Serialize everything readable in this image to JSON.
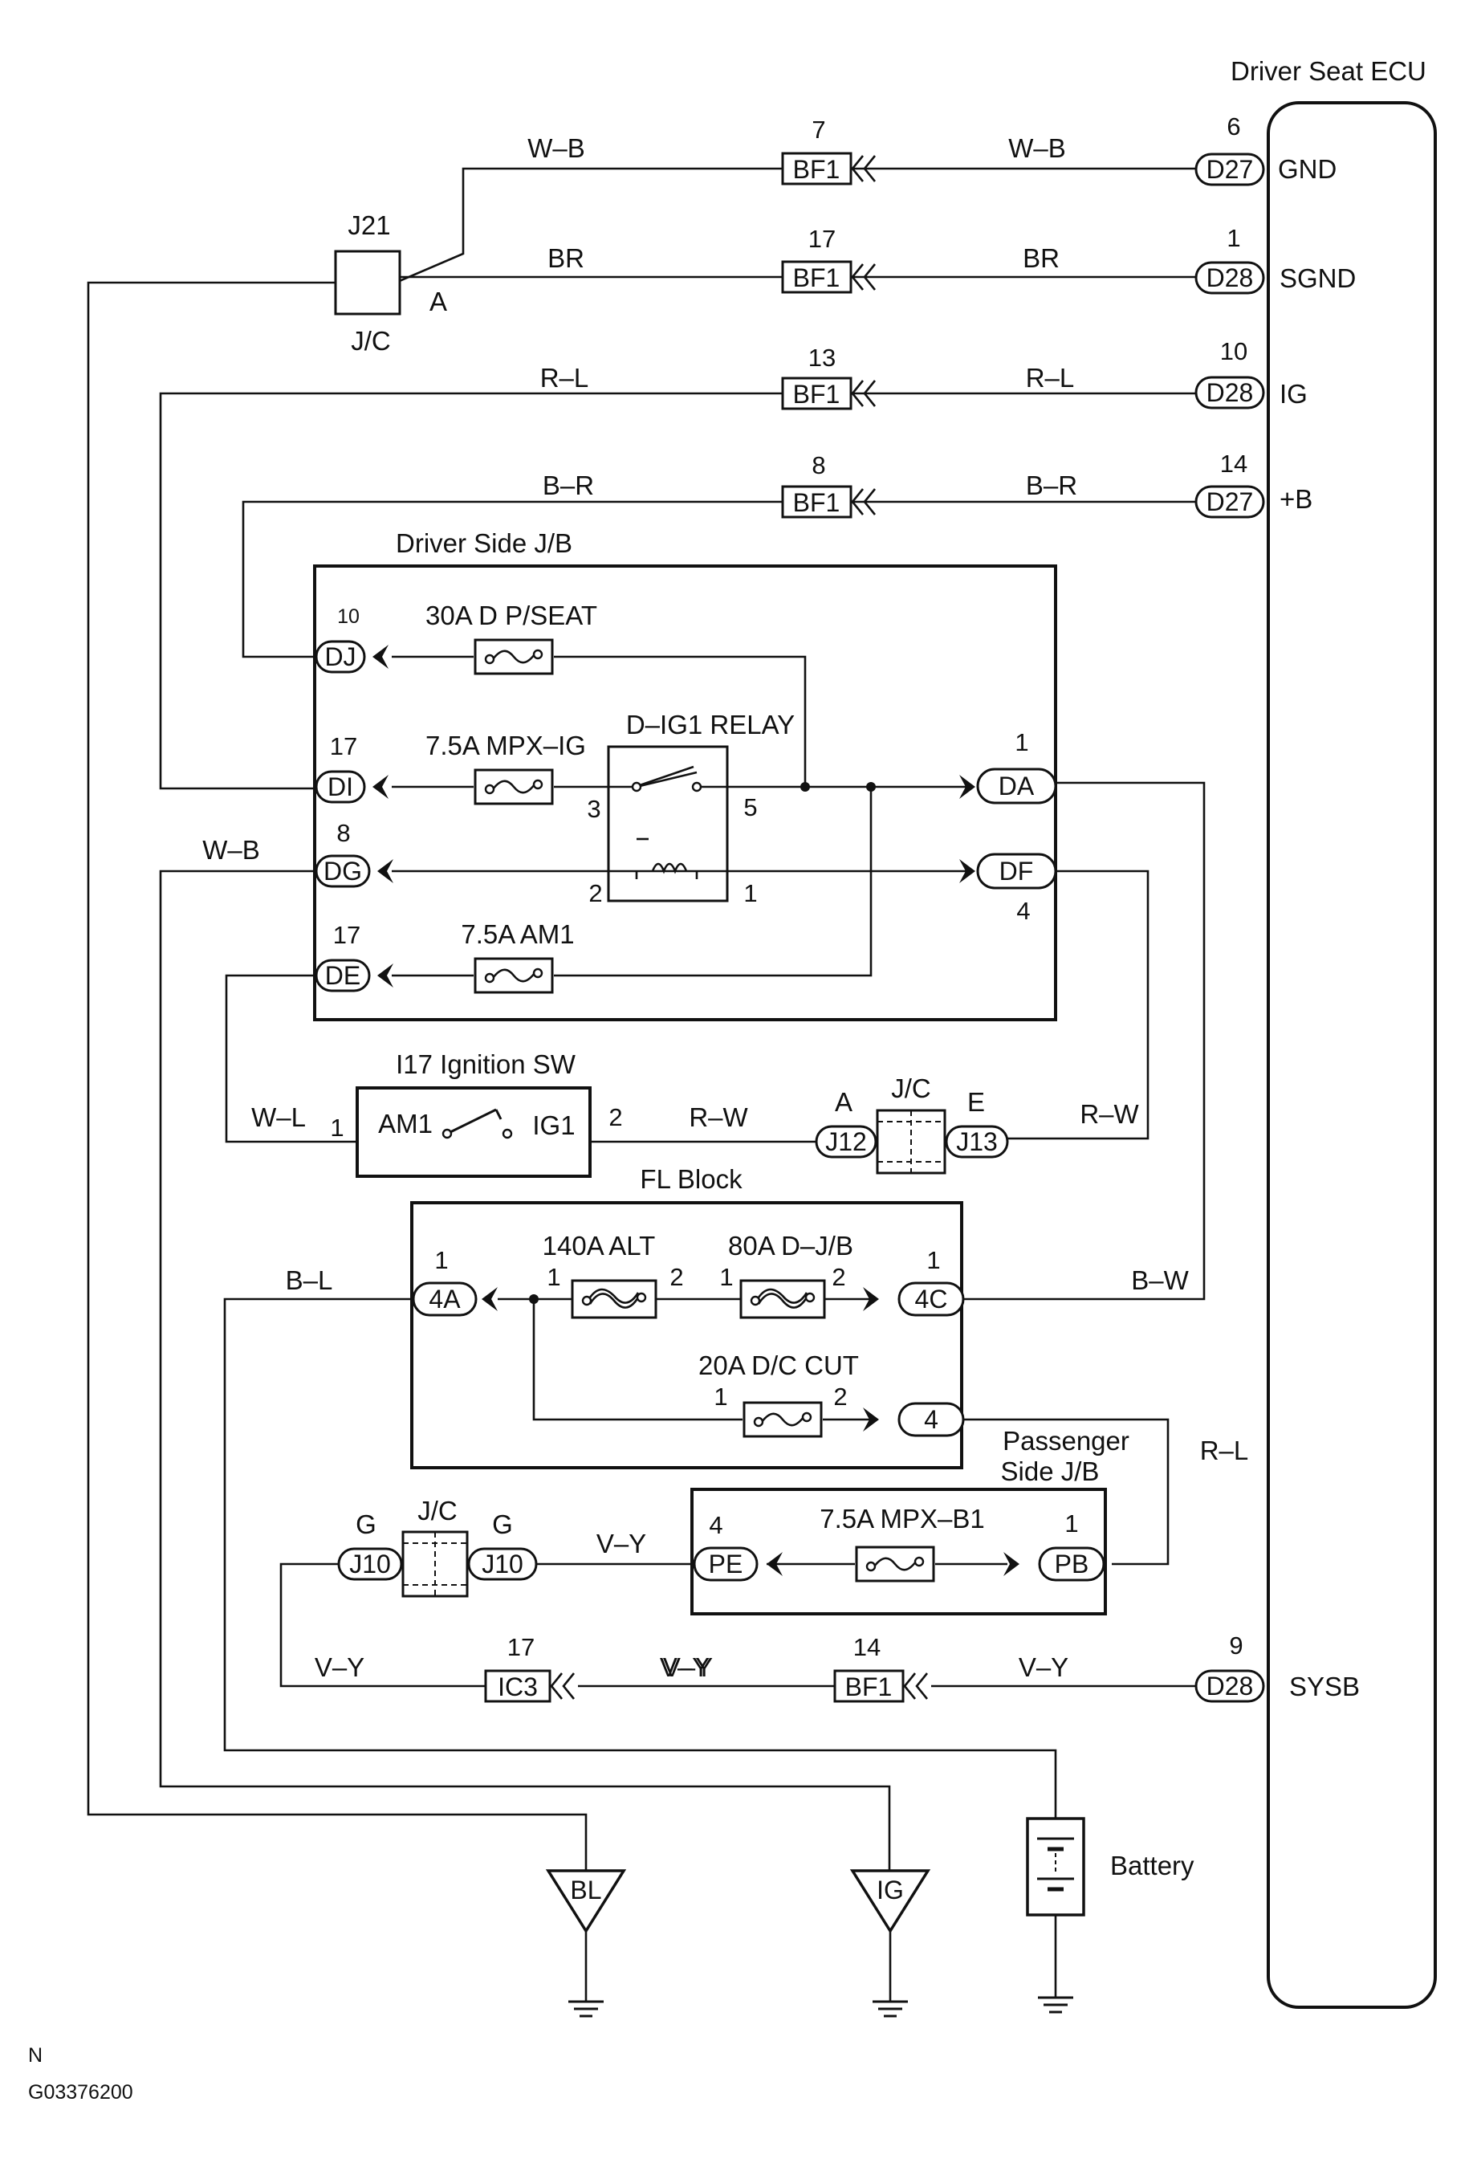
{
  "ecu": {
    "title": "Driver Seat ECU",
    "terminals": [
      {
        "name": "GND",
        "connector": "D27",
        "pin": "6"
      },
      {
        "name": "SGND",
        "connector": "D28",
        "pin": "1"
      },
      {
        "name": "IG",
        "connector": "D28",
        "pin": "10"
      },
      {
        "name": "+B",
        "connector": "D27",
        "pin": "14"
      },
      {
        "name": "SYSB",
        "connector": "D28",
        "pin": "9"
      }
    ]
  },
  "bf1_connectors": [
    {
      "connector": "BF1",
      "pin": "7",
      "wire_left": "W–B",
      "wire_right": "W–B"
    },
    {
      "connector": "BF1",
      "pin": "17",
      "wire_left": "BR",
      "wire_right": "BR"
    },
    {
      "connector": "BF1",
      "pin": "13",
      "wire_left": "R–L",
      "wire_right": "R–L"
    },
    {
      "connector": "BF1",
      "pin": "8",
      "wire_left": "B–R",
      "wire_right": "B–R"
    },
    {
      "connector": "BF1",
      "pin": "14",
      "wire_left": "V–Y",
      "wire_right": "V–Y"
    }
  ],
  "j21": {
    "title": "J21",
    "subtitle": "J/C",
    "terminal": "A"
  },
  "driver_jb": {
    "title": "Driver Side J/B",
    "fuses": [
      "30A D P/SEAT",
      "7.5A MPX–IG",
      "7.5A AM1"
    ],
    "relay": {
      "label": "D–IG1 RELAY",
      "pins": [
        "3",
        "5",
        "2",
        "1"
      ]
    },
    "left_connectors": [
      {
        "name": "DJ",
        "pin": "10"
      },
      {
        "name": "DI",
        "pin": "17"
      },
      {
        "name": "DG",
        "pin": "8"
      },
      {
        "name": "DE",
        "pin": "17"
      }
    ],
    "right_connectors": [
      {
        "name": "DA",
        "pin": "1"
      },
      {
        "name": "DF",
        "pin": "4"
      }
    ],
    "dg_wire": "W–B"
  },
  "ignition": {
    "title": "I17 Ignition SW",
    "left_terminal": "AM1",
    "right_terminal": "IG1",
    "pin_left": "1",
    "pin_right": "2",
    "wire_left": "W–L",
    "wire_right": "R–W"
  },
  "jc_upper": {
    "title": "J/C",
    "left": {
      "name": "J12",
      "letter": "A"
    },
    "right": {
      "name": "J13",
      "letter": "E"
    },
    "wire_out": "R–W"
  },
  "fl_block": {
    "title": "FL Block",
    "fuses": [
      {
        "label": "140A ALT",
        "pin_a": "1",
        "pin_b": "2"
      },
      {
        "label": "80A D–J/B",
        "pin_a": "1",
        "pin_b": "2"
      },
      {
        "label": "20A D/C CUT",
        "pin_a": "1",
        "pin_b": "2"
      }
    ],
    "connectors": [
      {
        "name": "4A",
        "pin": "1"
      },
      {
        "name": "4C",
        "pin": "1"
      },
      {
        "name": "4",
        "pin": ""
      }
    ],
    "wire_4a": "B–L",
    "wire_4c": "B–W"
  },
  "passenger_jb": {
    "title_line1": "Passenger",
    "title_line2": "Side J/B",
    "fuse": "7.5A MPX–B1",
    "left": {
      "name": "PE",
      "pin": "4"
    },
    "right": {
      "name": "PB",
      "pin": "1"
    },
    "wire_in": "R–L",
    "wire_out": "V–Y"
  },
  "jc_lower": {
    "title": "J/C",
    "left": {
      "name": "J10",
      "letter": "G"
    },
    "right": {
      "name": "J10",
      "letter": "G"
    }
  },
  "ic3": {
    "name": "IC3",
    "pin": "17",
    "wire_left": "V–Y",
    "wire_right": "V–Y"
  },
  "grounds": [
    "BL",
    "IG"
  ],
  "battery": "Battery",
  "footer": {
    "code1": "N",
    "code2": "G03376200"
  }
}
